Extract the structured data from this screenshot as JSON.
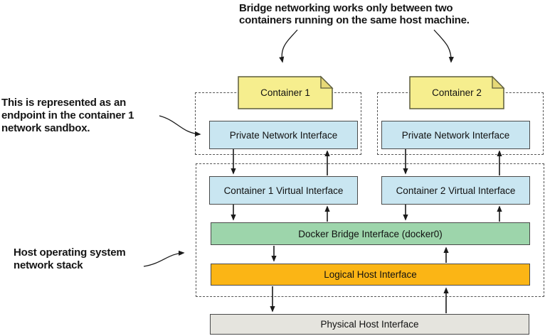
{
  "annotations": {
    "bridge_note": "Bridge networking works only between two containers running on the same host machine.",
    "endpoint_note": "This is represented as an endpoint in the container 1 network sandbox.",
    "host_stack_note": "Host operating system network stack"
  },
  "nodes": {
    "container1": "Container 1",
    "container2": "Container 2",
    "private_interface_1": "Private Network Interface",
    "private_interface_2": "Private Network Interface",
    "virtual_interface_1": "Container 1 Virtual Interface",
    "virtual_interface_2": "Container 2 Virtual Interface",
    "docker_bridge": "Docker Bridge Interface (docker0)",
    "logical_host": "Logical Host Interface",
    "physical_host": "Physical Host Interface"
  },
  "colors": {
    "note_fill": "#f6ee8e",
    "note_fold": "#e7d977",
    "note_stroke": "#5d5d3c",
    "iface_fill": "#c9e6f1",
    "bridge_fill": "#9dd5ab",
    "logical_fill": "#fbb515",
    "physical_fill": "#e5e4de",
    "outline": "#4a4a4a",
    "dash": "#555555",
    "arrow": "#1a1a1a"
  }
}
